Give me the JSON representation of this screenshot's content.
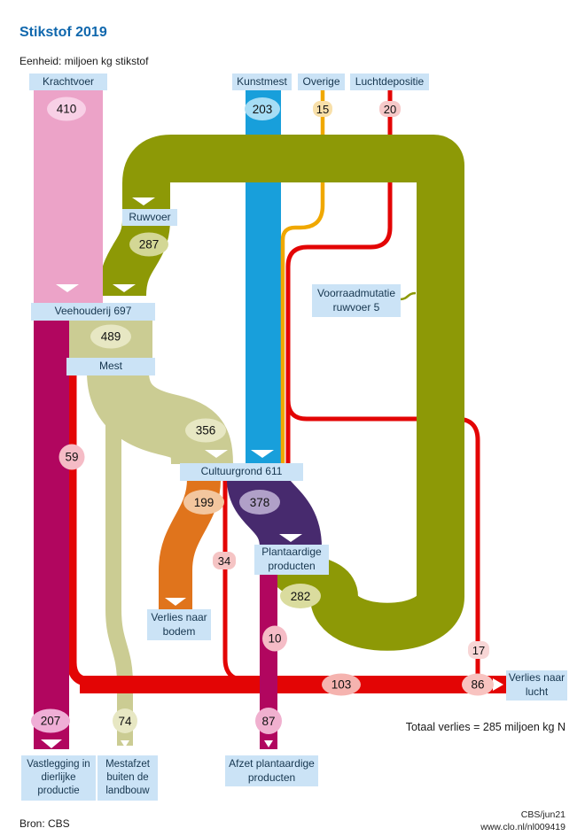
{
  "texts": {
    "title": "Stikstof 2019",
    "subtitle": "Eenheid: miljoen kg stikstof",
    "total_note": "Totaal verlies = 285 miljoen kg N",
    "source": "Bron: CBS",
    "credit1": "CBS/jun21",
    "credit2": "www.clo.nl/nl009419"
  },
  "labels": {
    "krachtvoer": "Krachtvoer",
    "kunstmest": "Kunstmest",
    "overige": "Overige",
    "luchtdepositie": "Luchtdepositie",
    "ruwvoer": "Ruwvoer",
    "veehouderij": "Veehouderij 697",
    "mest": "Mest",
    "voorraadmutatie": "Voorraadmutatie ruwvoer 5",
    "cultuurgrond": "Cultuurgrond 611",
    "plantaardige": "Plantaardige producten",
    "verlies_bodem": "Verlies naar bodem",
    "vastlegging": "Vastlegging in dierlijke productie",
    "mestafzet": "Mestafzet buiten de landbouw",
    "afzet_plant": "Afzet plantaardige producten",
    "verlies_lucht": "Verlies naar lucht"
  },
  "values": {
    "krachtvoer": "410",
    "kunstmest": "203",
    "overige": "15",
    "luchtdepositie": "20",
    "ruwvoer": "287",
    "veehouderij_naar_mest": "489",
    "mest_naar_cultuurgrond": "356",
    "mest_naar_lucht": "59",
    "mestafzet": "74",
    "cultuurgrond_naar_plant": "378",
    "verlies_bodem": "199",
    "cultuurgrond_naar_lucht": "34",
    "plant_naar_ruwvoer": "282",
    "plant_naar_lucht": "10",
    "afzet_plant": "87",
    "vastlegging": "207",
    "lucht_totaal": "103",
    "lucht_netto": "86",
    "redepositie": "17"
  },
  "colors": {
    "pink": "#eca3c8",
    "olive": "#8d9906",
    "khaki": "#cbcc93",
    "blue": "#189fdb",
    "yellow": "#f0a800",
    "red": "#e30505",
    "magenta": "#b1065f",
    "purple": "#472a6e",
    "orange": "#e0741c",
    "label_bg": "#cbe3f6",
    "title_blue": "#0f67ad"
  },
  "sankey": {
    "type": "sankey",
    "unit": "miljoen kg stikstof",
    "nodes": [
      "Krachtvoer",
      "Kunstmest",
      "Overige",
      "Luchtdepositie",
      "Ruwvoer",
      "Veehouderij 697",
      "Mest",
      "Cultuurgrond 611",
      "Plantaardige producten",
      "Voorraadmutatie ruwvoer",
      "Vastlegging in dierlijke productie",
      "Mestafzet buiten de landbouw",
      "Verlies naar bodem",
      "Afzet plantaardige producten",
      "Verlies naar lucht"
    ],
    "links": [
      {
        "from": "Krachtvoer",
        "to": "Veehouderij",
        "value": 410
      },
      {
        "from": "Ruwvoer",
        "to": "Veehouderij",
        "value": 287
      },
      {
        "from": "Voorraadmutatie ruwvoer",
        "to": "Ruwvoer",
        "value": 5
      },
      {
        "from": "Kunstmest",
        "to": "Cultuurgrond",
        "value": 203
      },
      {
        "from": "Overige",
        "to": "Cultuurgrond",
        "value": 15
      },
      {
        "from": "Luchtdepositie",
        "to": "Cultuurgrond",
        "value": 20
      },
      {
        "from": "Veehouderij",
        "to": "Mest",
        "value": 489
      },
      {
        "from": "Veehouderij",
        "to": "Vastlegging in dierlijke productie",
        "value": 207
      },
      {
        "from": "Mest",
        "to": "Cultuurgrond",
        "value": 356
      },
      {
        "from": "Mest",
        "to": "Mestafzet buiten de landbouw",
        "value": 74
      },
      {
        "from": "Mest",
        "to": "Verlies naar lucht",
        "value": 59
      },
      {
        "from": "Cultuurgrond",
        "to": "Plantaardige producten",
        "value": 378
      },
      {
        "from": "Cultuurgrond",
        "to": "Verlies naar bodem",
        "value": 199
      },
      {
        "from": "Cultuurgrond",
        "to": "Verlies naar lucht",
        "value": 34
      },
      {
        "from": "Plantaardige producten",
        "to": "Ruwvoer",
        "value": 282
      },
      {
        "from": "Plantaardige producten",
        "to": "Afzet plantaardige producten",
        "value": 87
      },
      {
        "from": "Plantaardige producten",
        "to": "Verlies naar lucht",
        "value": 10
      },
      {
        "from": "Verlies naar lucht",
        "to": "Cultuurgrond (redepositie)",
        "value": 17
      },
      {
        "from": "bruto naar lucht",
        "to": "",
        "value": 103
      },
      {
        "from": "netto Verlies naar lucht",
        "to": "",
        "value": 86
      }
    ],
    "total_verlies": 285
  }
}
